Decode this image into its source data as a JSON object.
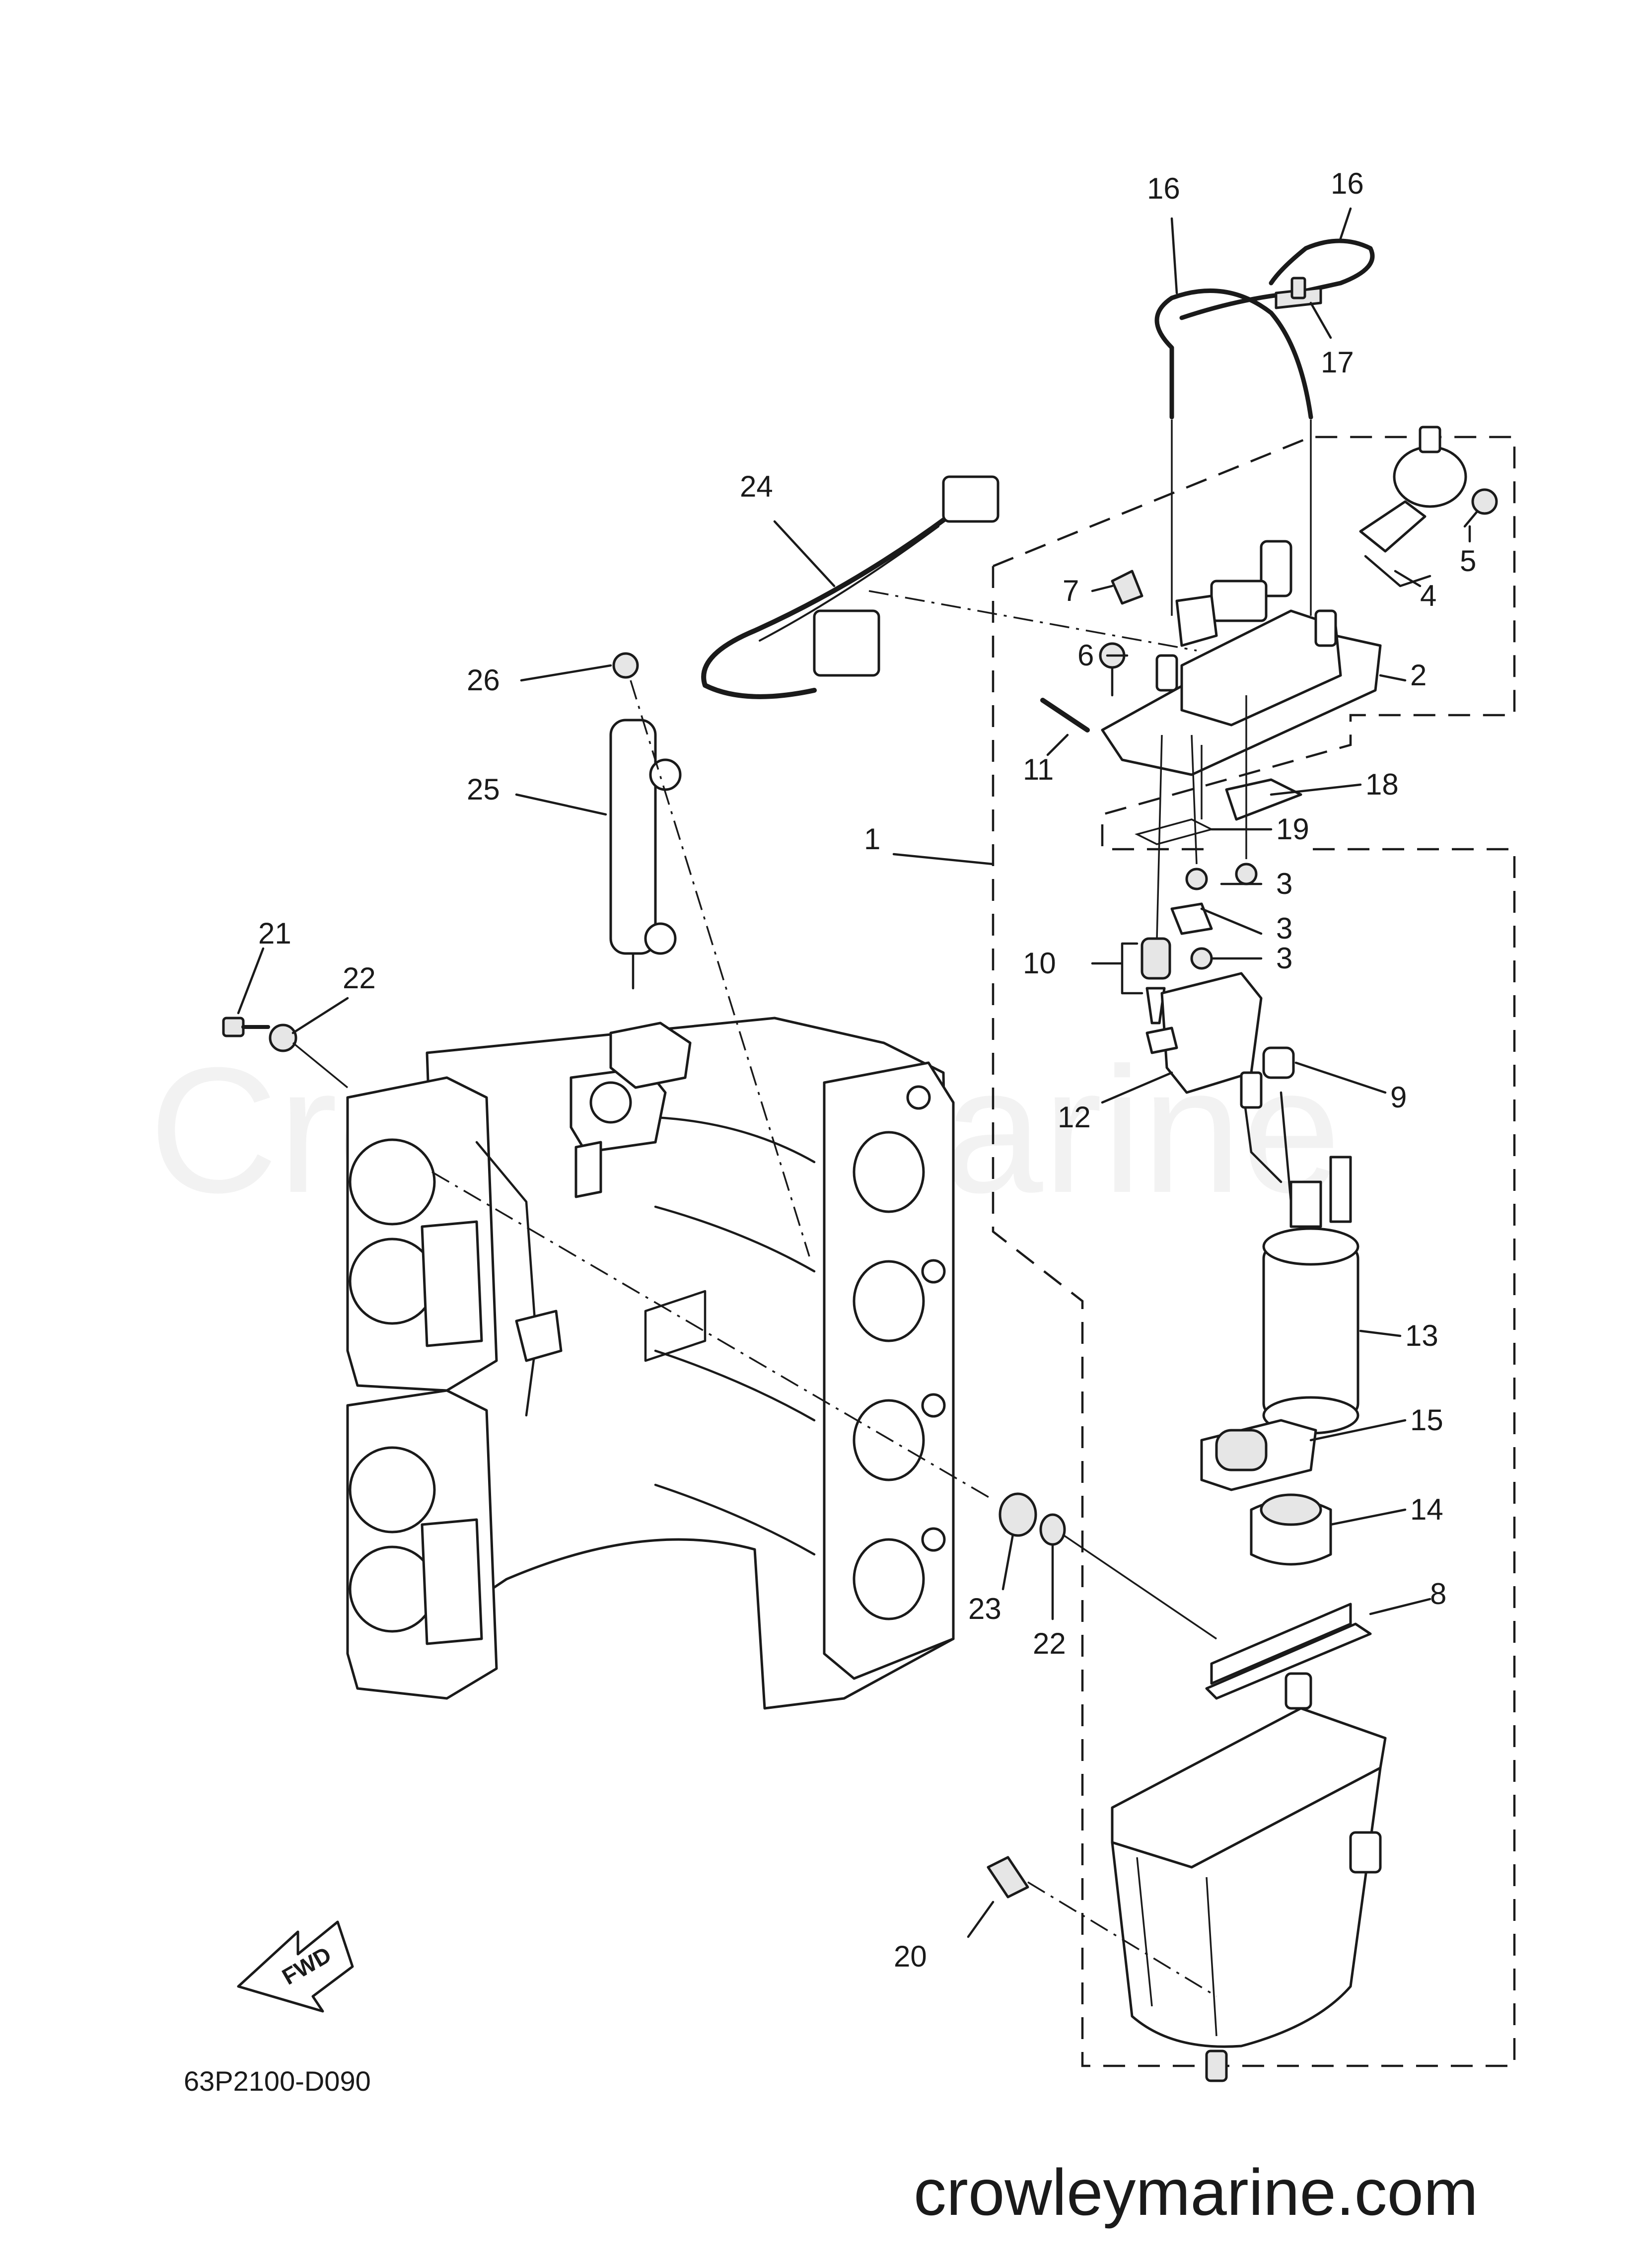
{
  "diagram": {
    "drawing_code": "63P2100-D090",
    "watermark": "CrowleyMarine",
    "footer": "crowleymarine.com",
    "direction_label": "FWD",
    "callouts": [
      "1",
      "2",
      "3",
      "3",
      "3",
      "4",
      "5",
      "6",
      "7",
      "8",
      "9",
      "10",
      "11",
      "12",
      "13",
      "14",
      "15",
      "16",
      "16",
      "17",
      "18",
      "19",
      "20",
      "21",
      "22",
      "22",
      "23",
      "24",
      "25",
      "26"
    ]
  }
}
